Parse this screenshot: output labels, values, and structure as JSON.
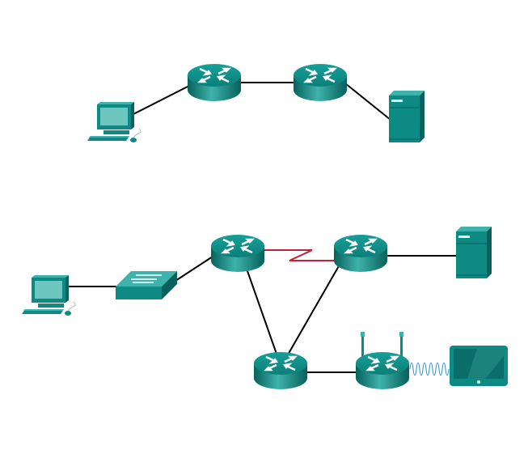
{
  "diagram": {
    "type": "network-topology",
    "colors": {
      "device": "#0d8a84",
      "device_dark": "#07615d",
      "device_light": "#3fb3ab",
      "link": "#000000",
      "serial_link": "#c0203a",
      "wireless_link": "#1a8fd0"
    },
    "top_topology": {
      "devices": [
        "pc-icon",
        "router-icon",
        "router-icon",
        "server-icon"
      ],
      "links": [
        "ethernet",
        "ethernet",
        "ethernet"
      ]
    },
    "bottom_topology": {
      "devices": [
        "pc-icon",
        "switch-icon",
        "router-icon",
        "router-icon",
        "server-icon",
        "router-icon",
        "wireless-router-icon",
        "tablet-icon"
      ],
      "links": [
        "ethernet",
        "ethernet",
        "serial",
        "ethernet",
        "ethernet",
        "ethernet",
        "ethernet",
        "wireless"
      ]
    }
  }
}
